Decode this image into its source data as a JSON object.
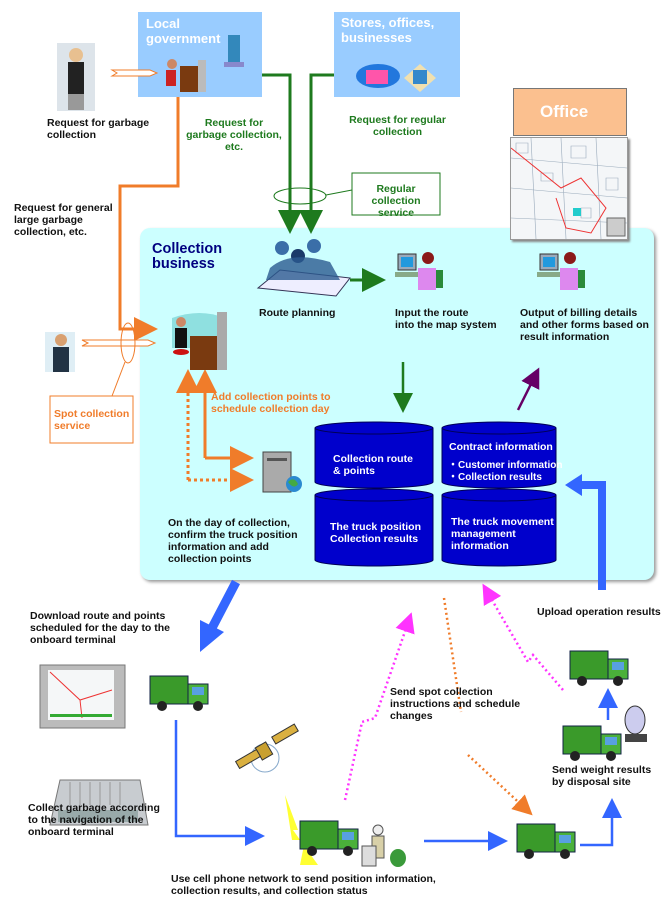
{
  "boxes": {
    "local_government": "Local\ngovernment",
    "stores": "Stores, offices,\nbusinesses",
    "office": "Office",
    "collection_business": "Collection\nbusiness",
    "regular_service": "Regular\ncollection service",
    "spot_service": "Spot collection\nservice"
  },
  "labels": {
    "request_garbage": "Request for garbage\ncollection",
    "request_gov": "Request for\ngarbage collection,\netc.",
    "request_regular": "Request for regular\ncollection",
    "request_general": "Request for general\nlarge garbage\ncollection, etc.",
    "route_planning": "Route planning",
    "input_route": "Input the route\ninto the map system",
    "output_billing": "Output of billing details\nand other forms based on\nresult information",
    "add_points": "Add collection points to\nschedule collection day",
    "day_of_collection": "On the day of collection,\nconfirm the truck position\ninformation and add\ncollection points",
    "download_route": "Download route and points\nscheduled for the day to the\nonboard terminal",
    "collect_garbage": "Collect garbage according\nto the navigation of the\nonboard terminal",
    "cell_phone": "Use cell phone network to send position information,\ncollection results, and collection status",
    "send_spot": "Send spot collection\ninstructions and schedule\nchanges",
    "upload_results": "Upload operation results",
    "send_weight": "Send weight results\nby disposal site"
  },
  "databases": {
    "route_points": "Collection route\n& points",
    "truck_position": "The truck position\nCollection results",
    "contract_title": "Contract information",
    "contract_items": "・Customer information\n・Collection results",
    "truck_movement": "The truck movement\nmanagement\ninformation"
  },
  "colors": {
    "gov_box": "#99ccff",
    "panel": "#ccffff",
    "office": "#fbc08f",
    "database": "#0000cc",
    "green_arrow": "#1e7a1e",
    "orange_arrow": "#f07c2a",
    "blue_arrow": "#3366ff",
    "magenta_dotted": "#ff33ff",
    "navy_title": "#000080"
  },
  "icons": [
    "person-phone-icon",
    "office-worker-icon",
    "building-icon",
    "store-icon",
    "map-image",
    "route-planning-people-icon",
    "computer-operator-icon",
    "server-icon",
    "garbage-truck-icon",
    "onboard-terminal-icon",
    "satellite-icon",
    "lightning-icon",
    "garbage-worker-icon",
    "scale-icon"
  ]
}
